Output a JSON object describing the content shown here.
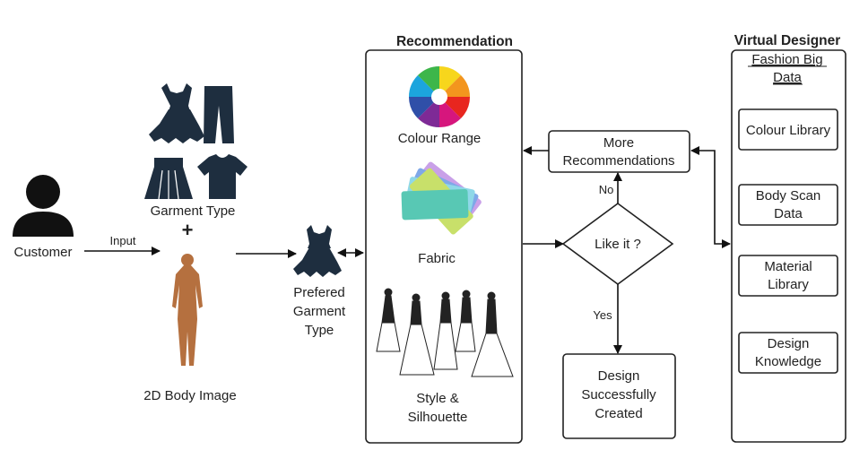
{
  "customer": {
    "label": "Customer",
    "input_label": "Input"
  },
  "garment": {
    "label": "Garment Type",
    "plus": "+"
  },
  "body_image": {
    "label": "2D Body Image"
  },
  "preferred": {
    "line1": "Prefered",
    "line2": "Garment",
    "line3": "Type"
  },
  "recommendation": {
    "title": "Recommendation",
    "colour_range": "Colour Range",
    "fabric": "Fabric",
    "style_line1": "Style &",
    "style_line2": "Silhouette"
  },
  "more": {
    "line1": "More",
    "line2": "Recommendations"
  },
  "decision": {
    "label": "Like it ?",
    "no": "No",
    "yes": "Yes"
  },
  "design": {
    "line1": "Design",
    "line2": "Successfully",
    "line3": "Created"
  },
  "virtual_designer": {
    "title": "Virtual Designer",
    "subtitle_line1": "Fashion Big",
    "subtitle_line2": "Data",
    "items": [
      {
        "line1": "Colour Library",
        "line2": ""
      },
      {
        "line1": "Body Scan",
        "line2": "Data"
      },
      {
        "line1": "Material",
        "line2": "Library"
      },
      {
        "line1": "Design",
        "line2": "Knowledge"
      }
    ]
  },
  "colors": {
    "silhouette": "#1e2e3f",
    "body_figure": "#b5703f",
    "stroke": "#222222"
  },
  "icons": [
    "customer-icon",
    "dress-icon",
    "trousers-icon",
    "skirt-icon",
    "tshirt-icon",
    "body-figure-icon",
    "colour-wheel-icon",
    "fabric-swatches-icon",
    "sketch-figures-icon"
  ]
}
